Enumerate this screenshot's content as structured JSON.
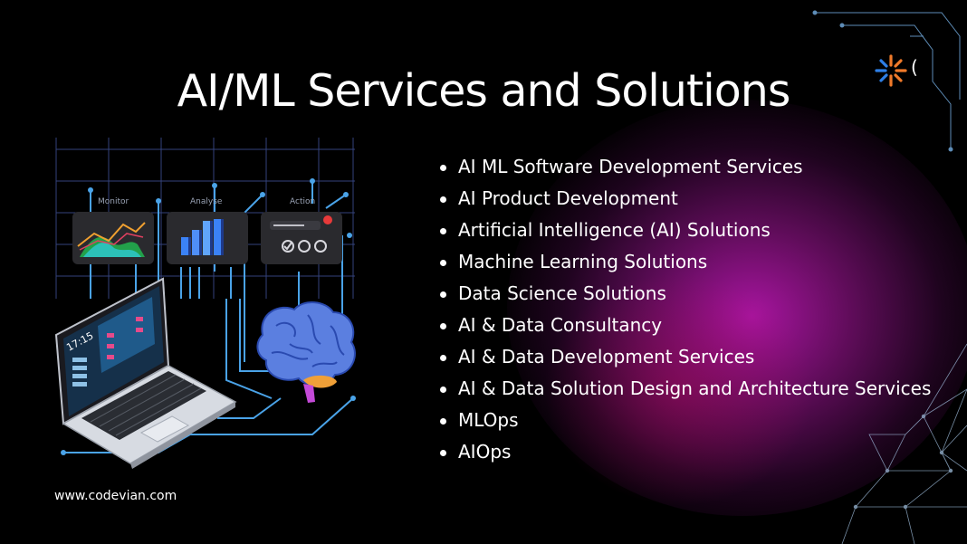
{
  "page": {
    "title": "AI/ML Services and Solutions",
    "website": "www.codevian.com"
  },
  "services": [
    "AI ML Software Development Services",
    "AI Product Development",
    "Artificial Intelligence (AI) Solutions",
    "Machine Learning Solutions",
    "Data Science Solutions",
    "AI & Data Consultancy",
    "AI & Data Development Services",
    "AI & Data Solution Design and Architecture Services",
    "MLOps",
    "AIOps"
  ],
  "illustration": {
    "panels": [
      "Monitor",
      "Analyse",
      "Action"
    ],
    "laptop_clock": "17:15",
    "icons": [
      "line-chart-icon",
      "bar-chart-icon",
      "checklist-icon",
      "laptop-icon",
      "brain-icon"
    ]
  },
  "logo": {
    "icon": "asterisk-logo-icon",
    "bracket": "("
  },
  "colors": {
    "background": "#000000",
    "glow": "#b016a8",
    "circuit": "#4aa3e8",
    "logo_orange": "#f07a2a",
    "logo_blue": "#2e7fe6",
    "brain": "#5b7fe0"
  }
}
